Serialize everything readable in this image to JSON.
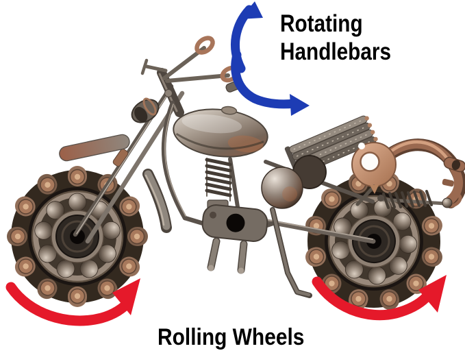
{
  "image": {
    "alt": "Handmade metal motorcycle sculpture built from chain links, ball bearings, springs, nuts and bolts in bronze and gunmetal finish"
  },
  "colors": {
    "background": "#ffffff",
    "label_text": "#000000",
    "arrow_blue": "#1d3cb4",
    "arrow_red": "#e5192a",
    "metal_copper": "#a5704f",
    "metal_gunmetal": "#6e655c"
  },
  "annotations": {
    "handlebars": {
      "line1": "Rotating",
      "line2": "Handlebars"
    },
    "wheels": {
      "label": "Rolling Wheels"
    }
  }
}
